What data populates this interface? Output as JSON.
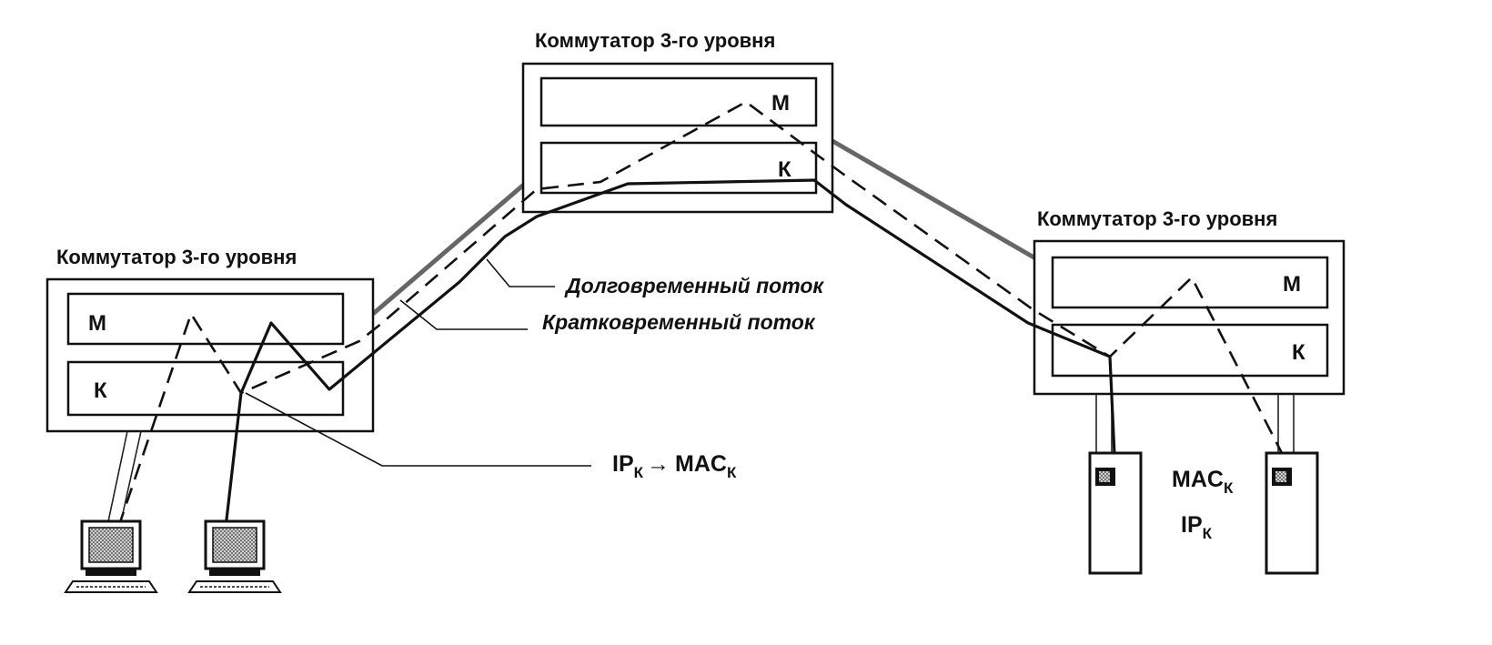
{
  "switches": {
    "left": {
      "title": "Коммутатор 3-го уровня",
      "top_layer": "М",
      "bottom_layer": "К"
    },
    "center": {
      "title": "Коммутатор 3-го уровня",
      "top_layer": "М",
      "bottom_layer": "К"
    },
    "right": {
      "title": "Коммутатор 3-го уровня",
      "top_layer": "М",
      "bottom_layer": "К"
    }
  },
  "flows": {
    "long_term": "Долговременный поток",
    "short_term": "Кратковременный поток"
  },
  "mapping": {
    "ip": "IP",
    "ip_sub": "К",
    "arrow": "→",
    "mac": "MAC",
    "mac_sub": "К"
  },
  "server_addresses": {
    "mac": "MAC",
    "mac_sub": "К",
    "ip": "IP",
    "ip_sub": "К"
  },
  "devices": {
    "workstations": [
      "workstation-icon",
      "workstation-icon"
    ],
    "servers": [
      "server-icon",
      "server-icon"
    ]
  },
  "colors": {
    "ink": "#111111",
    "hatch": "#777777",
    "screen": "#8a8a8a"
  }
}
